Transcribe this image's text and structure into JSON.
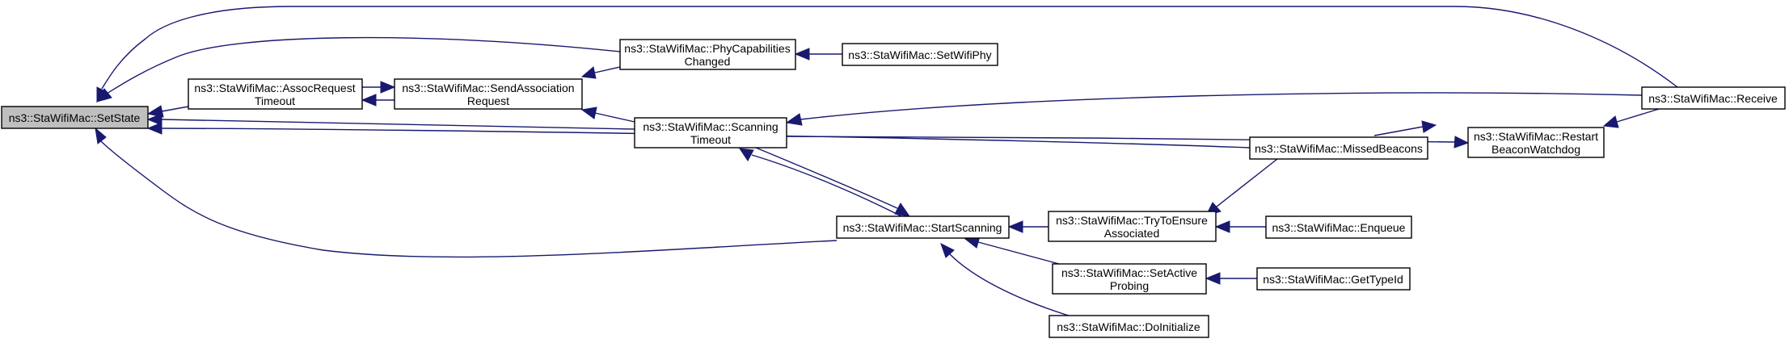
{
  "nodes": {
    "set_state": {
      "lines": [
        "ns3::StaWifiMac::SetState"
      ]
    },
    "assoc_request_timeout": {
      "lines": [
        "ns3::StaWifiMac::AssocRequest",
        "Timeout"
      ]
    },
    "send_association_request": {
      "lines": [
        "ns3::StaWifiMac::SendAssociation",
        "Request"
      ]
    },
    "phy_capabilities_changed": {
      "lines": [
        "ns3::StaWifiMac::PhyCapabilities",
        "Changed"
      ]
    },
    "set_wifi_phy": {
      "lines": [
        "ns3::StaWifiMac::SetWifiPhy"
      ]
    },
    "scanning_timeout": {
      "lines": [
        "ns3::StaWifiMac::Scanning",
        "Timeout"
      ]
    },
    "start_scanning": {
      "lines": [
        "ns3::StaWifiMac::StartScanning"
      ]
    },
    "try_to_ensure_associated": {
      "lines": [
        "ns3::StaWifiMac::TryToEnsure",
        "Associated"
      ]
    },
    "set_active_probing": {
      "lines": [
        "ns3::StaWifiMac::SetActive",
        "Probing"
      ]
    },
    "do_initialize": {
      "lines": [
        "ns3::StaWifiMac::DoInitialize"
      ]
    },
    "missed_beacons": {
      "lines": [
        "ns3::StaWifiMac::MissedBeacons"
      ]
    },
    "restart_beacon_watchdog": {
      "lines": [
        "ns3::StaWifiMac::Restart",
        "BeaconWatchdog"
      ]
    },
    "receive": {
      "lines": [
        "ns3::StaWifiMac::Receive"
      ]
    },
    "enqueue": {
      "lines": [
        "ns3::StaWifiMac::Enqueue"
      ]
    },
    "get_type_id": {
      "lines": [
        "ns3::StaWifiMac::GetTypeId"
      ]
    }
  }
}
